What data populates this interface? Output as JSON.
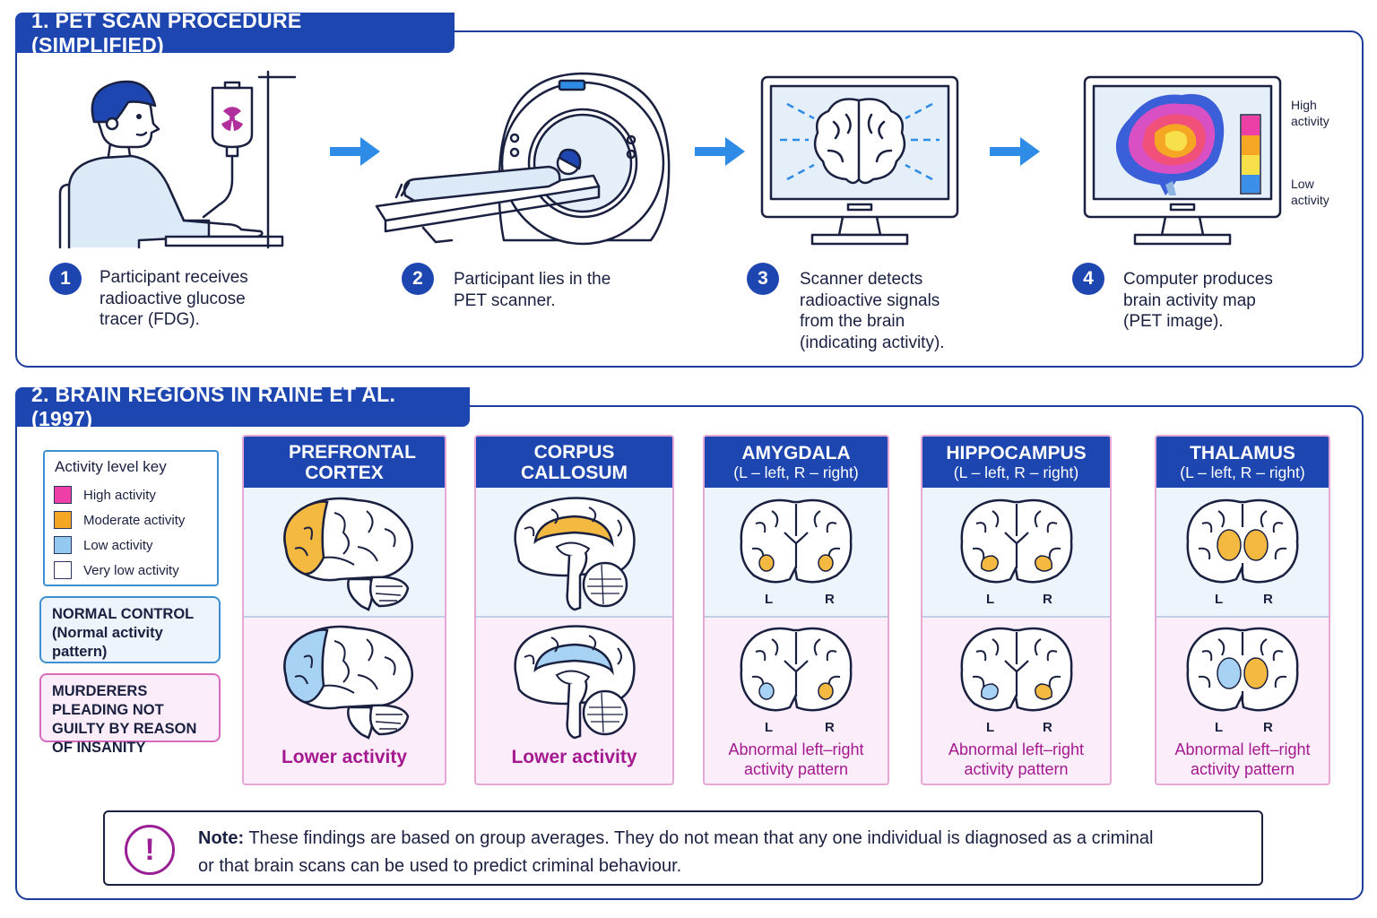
{
  "section1": {
    "title": "1. PET SCAN PROCEDURE (SIMPLIFIED)",
    "steps": [
      {
        "num": "1",
        "text": "Participant receives radioactive glucose tracer (FDG).",
        "icon": "participant-iv-icon"
      },
      {
        "num": "2",
        "text": "Participant lies in the PET scanner.",
        "icon": "pet-scanner-icon"
      },
      {
        "num": "3",
        "text": "Scanner detects radioactive signals from the brain (indicating activity).",
        "icon": "monitor-brain-signals-icon"
      },
      {
        "num": "4",
        "text": "Computer produces brain activity map (PET image).",
        "icon": "monitor-pet-map-icon"
      }
    ],
    "pet_scale": {
      "high": "High activity",
      "low": "Low activity"
    }
  },
  "section2": {
    "title": "2. BRAIN REGIONS IN RAINE ET AL. (1997)",
    "key": {
      "title": "Activity level key",
      "items": [
        {
          "label": "High activity",
          "color": "#ee3fa6"
        },
        {
          "label": "Moderate activity",
          "color": "#f5a623"
        },
        {
          "label": "Low activity",
          "color": "#93c9f0"
        },
        {
          "label": "Very low activity",
          "color": "#ffffff"
        }
      ]
    },
    "groups": {
      "control": "NORMAL CONTROL (Normal activity pattern)",
      "murderers": "MURDERERS PLEADING NOT GUILTY BY REASON OF INSANITY"
    },
    "regions": [
      {
        "name": "PREFRONTAL CORTEX",
        "sub": "",
        "result": "Lower activity"
      },
      {
        "name": "CORPUS CALLOSUM",
        "sub": "",
        "result": "Lower activity"
      },
      {
        "name": "AMYGDALA",
        "sub": "(L – left, R – right)",
        "result": "Abnormal left–right activity pattern",
        "left": "L",
        "right": "R"
      },
      {
        "name": "HIPPOCAMPUS",
        "sub": "(L – left, R – right)",
        "result": "Abnormal left–right activity pattern",
        "left": "L",
        "right": "R"
      },
      {
        "name": "THALAMUS",
        "sub": "(L – left, R – right)",
        "result": "Abnormal left–right activity pattern",
        "left": "L",
        "right": "R"
      }
    ]
  },
  "note": {
    "label": "Note:",
    "text": "These findings are based on group averages. They do not mean that any one individual  is diagnosed as a criminal or that brain scans can be used to predict criminal behaviour."
  }
}
